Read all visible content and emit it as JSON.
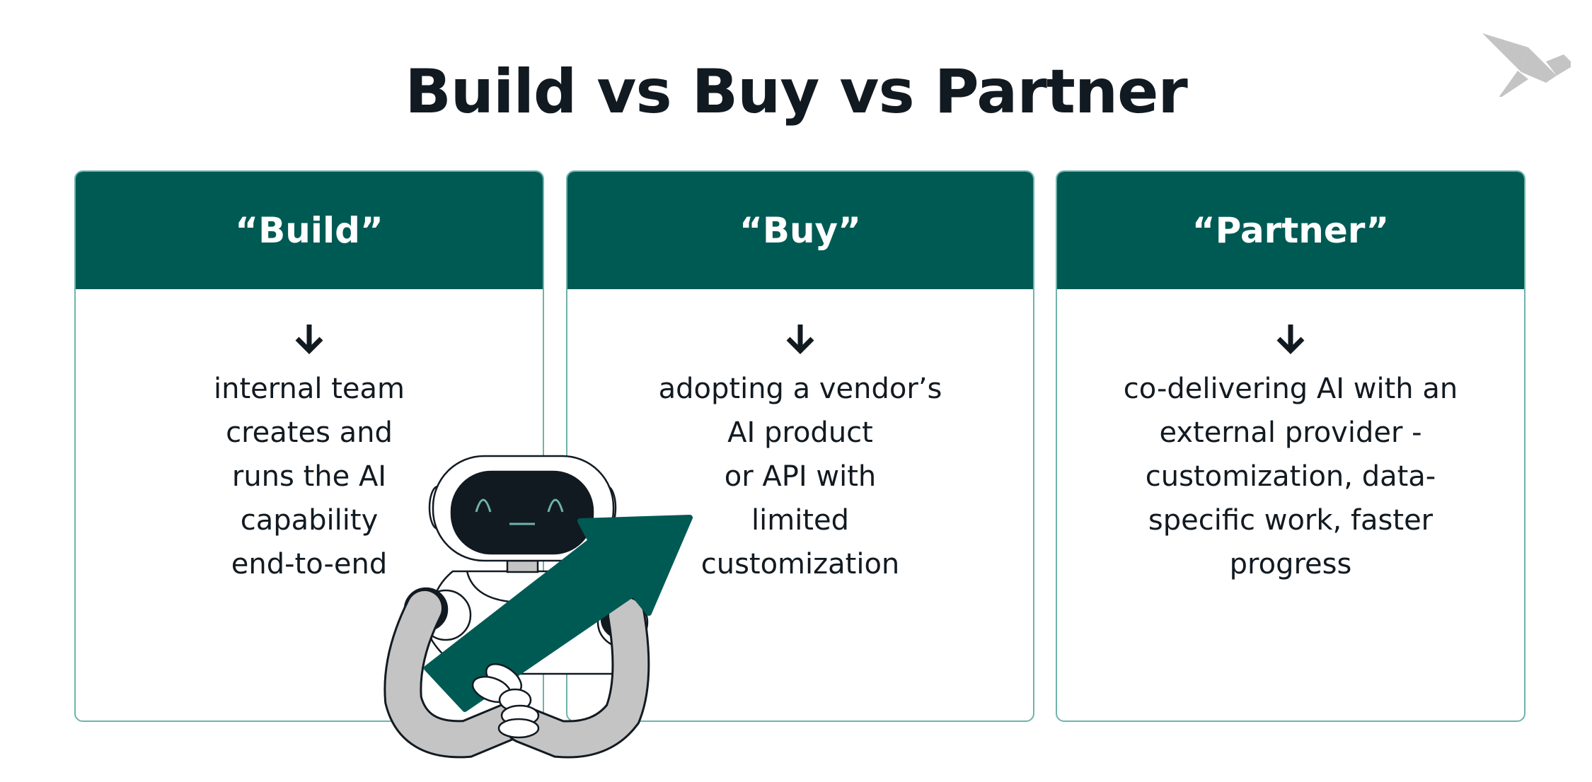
{
  "title": "Build vs Buy vs Partner",
  "cards": [
    {
      "heading": "“Build”",
      "icon": "arrow-down-icon",
      "text": "internal team\ncreates and\nruns the AI\ncapability\nend-to-end"
    },
    {
      "heading": "“Buy”",
      "icon": "arrow-down-icon",
      "text": "adopting a vendor’s\nAI product\nor API with\nlimited\ncustomization"
    },
    {
      "heading": "“Partner”",
      "icon": "arrow-down-icon",
      "text": "co-delivering AI with an\nexternal provider -\ncustomization, data-\nspecific work, faster\nprogress"
    }
  ],
  "colors": {
    "accent": "#005a54",
    "border": "#6fb3ab",
    "text": "#121a21",
    "logo": "#c4c4c4"
  }
}
